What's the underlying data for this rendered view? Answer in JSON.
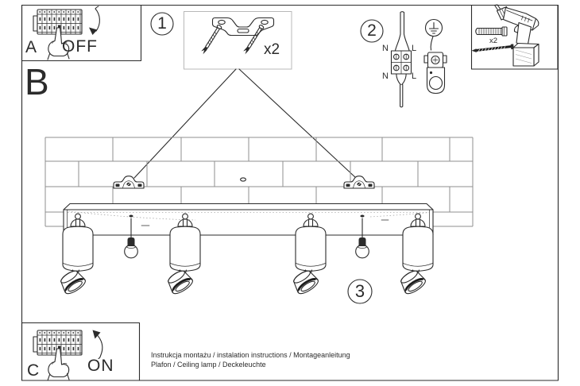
{
  "colors": {
    "ink": "#2b2b2b",
    "brick_line": "#8f8f8f",
    "paper": "#ffffff"
  },
  "panel_a": {
    "label": "A",
    "state": "OFF"
  },
  "area_b": {
    "label": "B"
  },
  "panel_c": {
    "label": "C",
    "state": "ON"
  },
  "step1": {
    "number": "1",
    "quantity": "x2"
  },
  "step2": {
    "number": "2",
    "top_left": "N",
    "top_right": "L",
    "bottom_left": "N",
    "bottom_right": "L"
  },
  "step3": {
    "number": "3"
  },
  "tools": {
    "quantity": "x2"
  },
  "footer": {
    "line1": "Instrukcja montażu / instalation instructions / Montageanleitung",
    "line2": "Plafon / Ceiling lamp / Deckeleuchte"
  }
}
